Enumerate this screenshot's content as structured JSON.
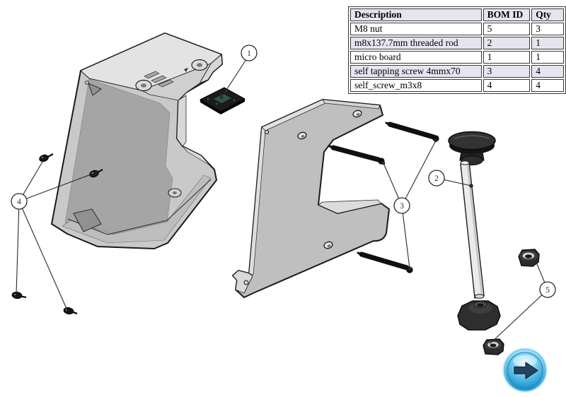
{
  "bom_table": {
    "columns": [
      "Description",
      "BOM ID",
      "Qty"
    ],
    "rows": [
      {
        "description": "M8 nut",
        "bom_id": "5",
        "qty": "3"
      },
      {
        "description": "m8x137.7mm threaded rod",
        "bom_id": "2",
        "qty": "1"
      },
      {
        "description": "micro board",
        "bom_id": "1",
        "qty": "1"
      },
      {
        "description": "self tapping screw 4mmx70",
        "bom_id": "3",
        "qty": "4"
      },
      {
        "description": "self_screw_m3x8",
        "bom_id": "4",
        "qty": "4"
      }
    ]
  },
  "callouts": [
    {
      "label": "1",
      "points_to": "micro board"
    },
    {
      "label": "2",
      "points_to": "m8x137.7mm threaded rod"
    },
    {
      "label": "3",
      "points_to": "self tapping screw 4mmx70"
    },
    {
      "label": "4",
      "points_to": "self_screw_m3x8"
    },
    {
      "label": "5",
      "points_to": "M8 nut"
    }
  ],
  "next_button": {
    "icon": "arrow-right-icon"
  },
  "colors": {
    "table_alt_row": "#e5e5f0",
    "part_gray": "#c9c9c9",
    "part_inner_gray": "#a5a5a5",
    "hardware_black": "#161616",
    "button_blue": "#2fa3d9",
    "button_arrow_navy": "#24435f",
    "outline": "#1a1a1a"
  }
}
